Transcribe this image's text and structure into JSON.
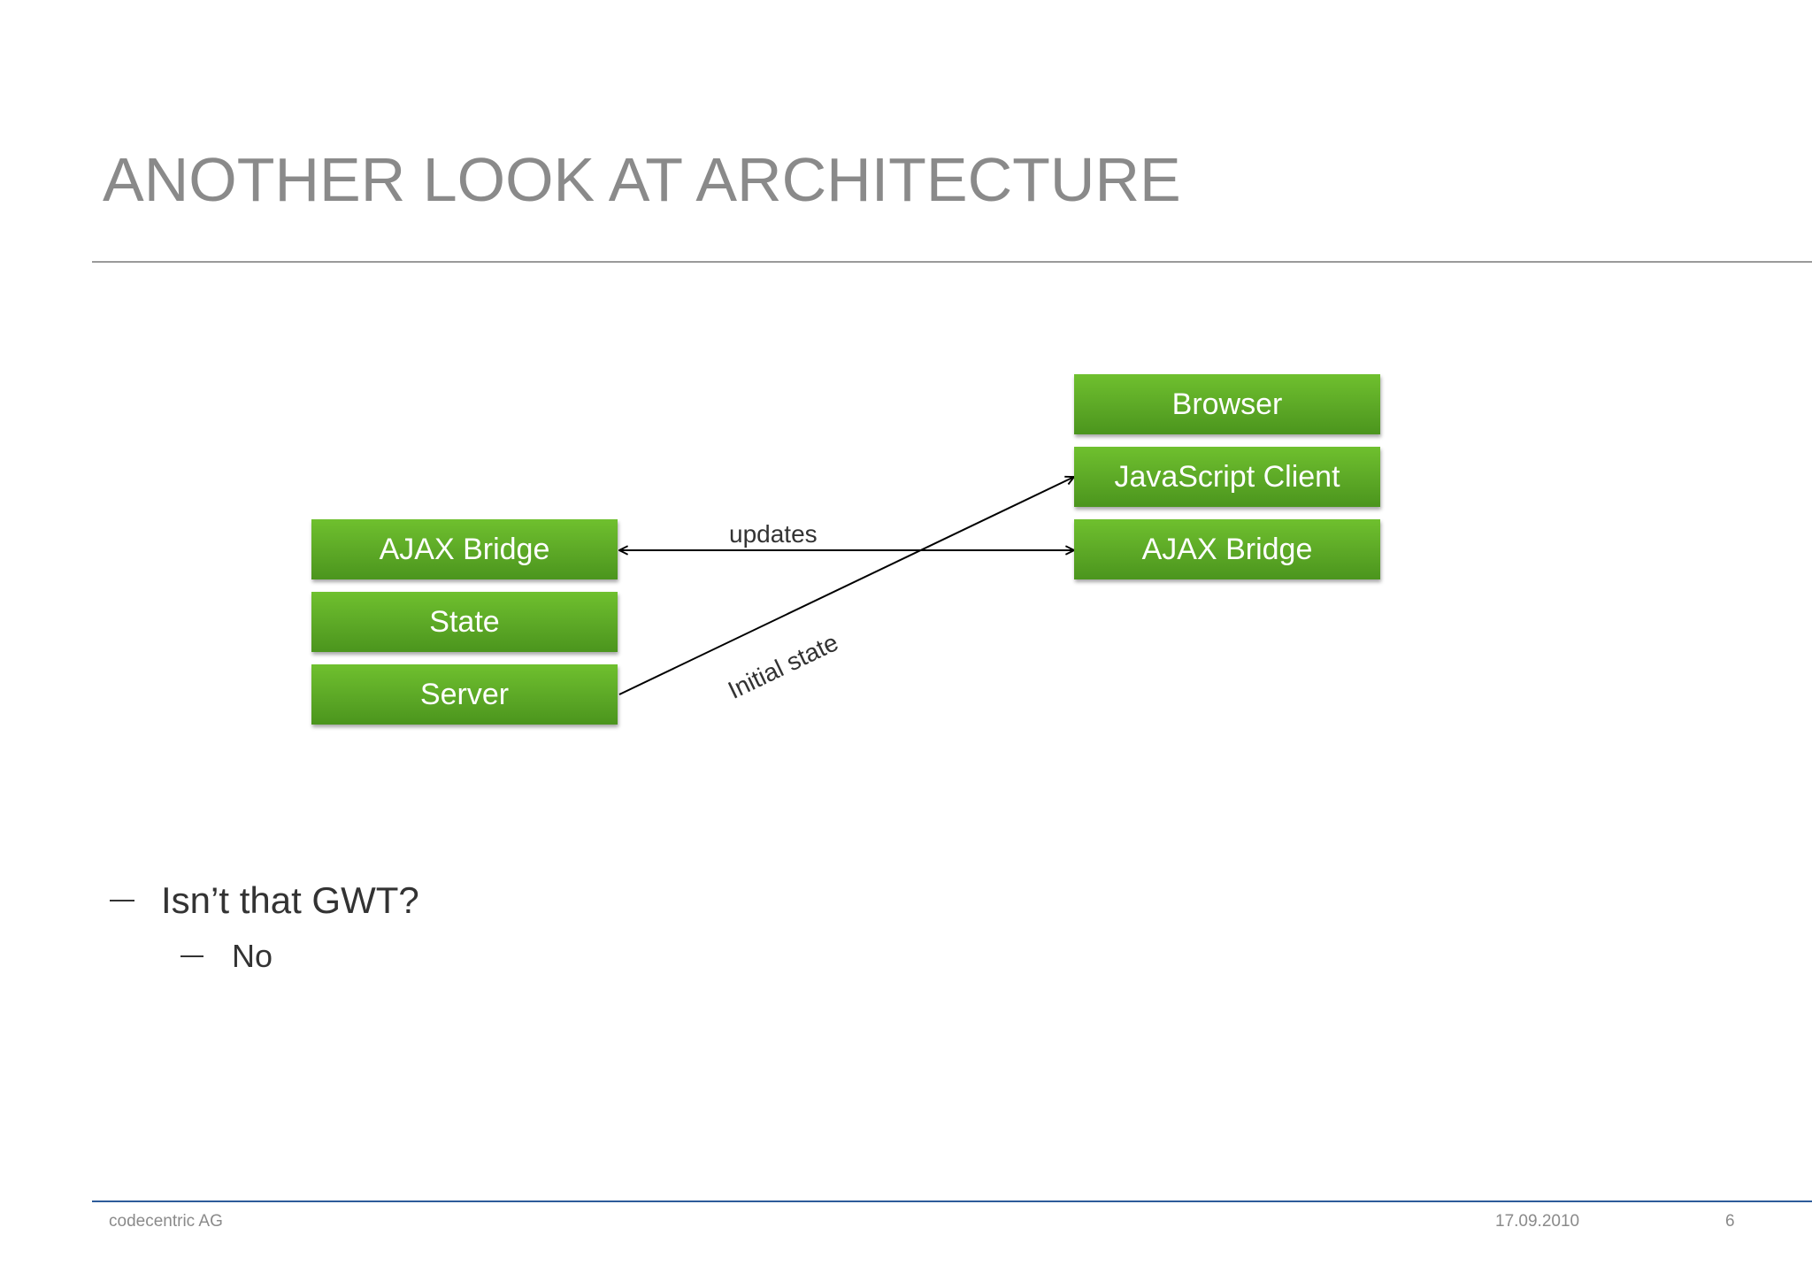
{
  "slide": {
    "title": "ANOTHER LOOK AT ARCHITECTURE"
  },
  "diagram": {
    "server_stack": [
      "AJAX Bridge",
      "State",
      "Server"
    ],
    "client_stack": [
      "Browser",
      "JavaScript Client",
      "AJAX Bridge"
    ],
    "edges": {
      "updates_label": "updates",
      "initial_state_label": "Initial state"
    },
    "box_color": "#5ca826",
    "box_text_color": "#ffffff"
  },
  "bullets": {
    "level1": "Isn’t that GWT?",
    "level2": "No"
  },
  "footer": {
    "company": "codecentric AG",
    "date": "17.09.2010",
    "page": "6"
  }
}
